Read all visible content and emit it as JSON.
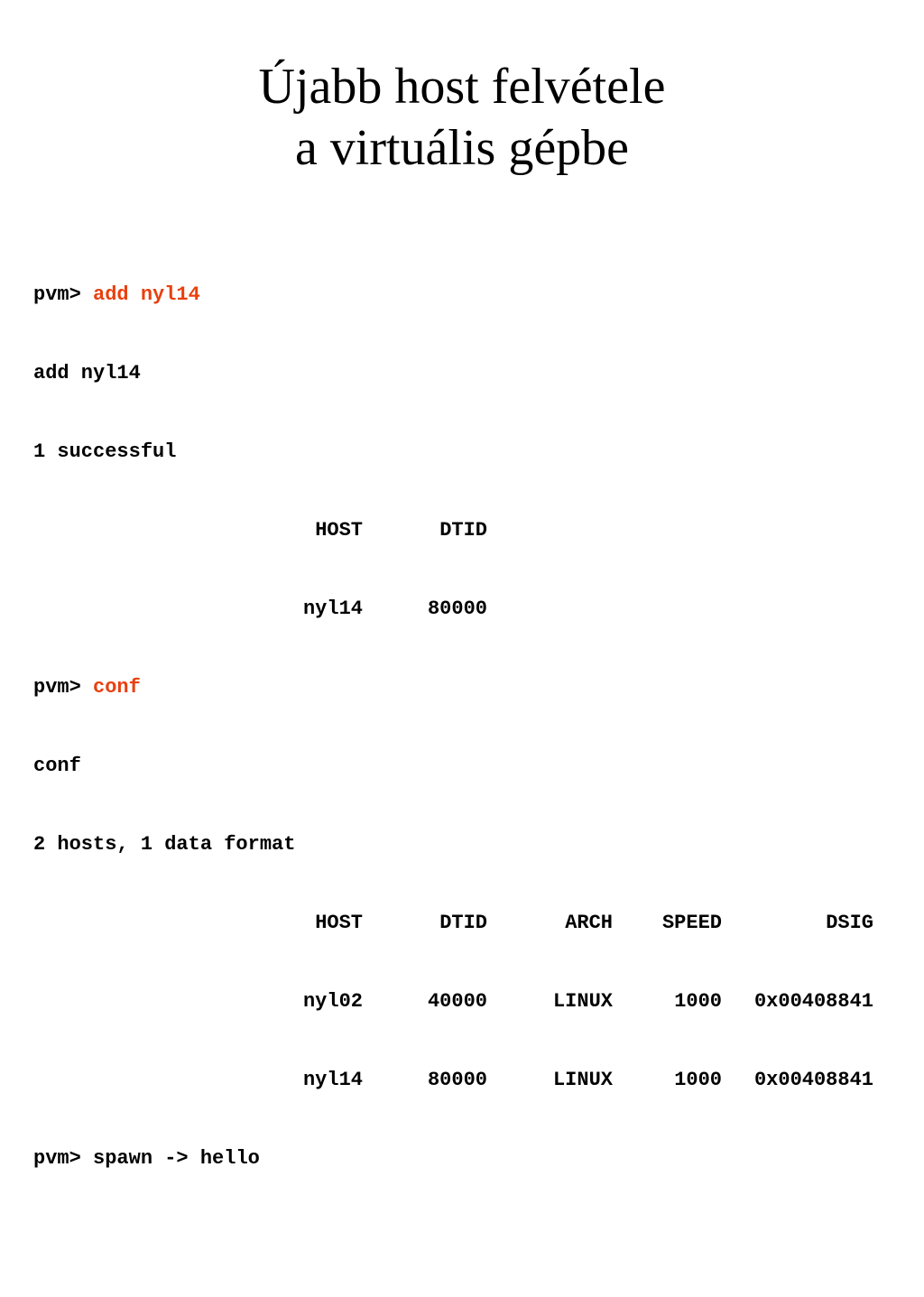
{
  "title": {
    "line1": "Újabb host felvétele",
    "line2": "a virtuális gépbe"
  },
  "colors": {
    "command": "#e8400e",
    "text": "#000000",
    "background": "#ffffff"
  },
  "console": {
    "prompt": "pvm>",
    "cmd1": "add nyl14",
    "echo1": "add nyl14",
    "result1": "1 successful",
    "table1": {
      "headers": {
        "host": "HOST",
        "dtid": "DTID"
      },
      "row": {
        "host": "nyl14",
        "dtid": "80000"
      }
    },
    "cmd2": "conf",
    "echo2": "conf",
    "result2": "2 hosts, 1 data format",
    "table2": {
      "headers": {
        "host": "HOST",
        "dtid": "DTID",
        "arch": "ARCH",
        "speed": "SPEED",
        "dsig": "DSIG"
      },
      "rows": [
        {
          "host": "nyl02",
          "dtid": "40000",
          "arch": "LINUX",
          "speed": "1000",
          "dsig": "0x00408841"
        },
        {
          "host": "nyl14",
          "dtid": "80000",
          "arch": "LINUX",
          "speed": "1000",
          "dsig": "0x00408841"
        }
      ]
    },
    "cmd3": "spawn -> hello"
  }
}
